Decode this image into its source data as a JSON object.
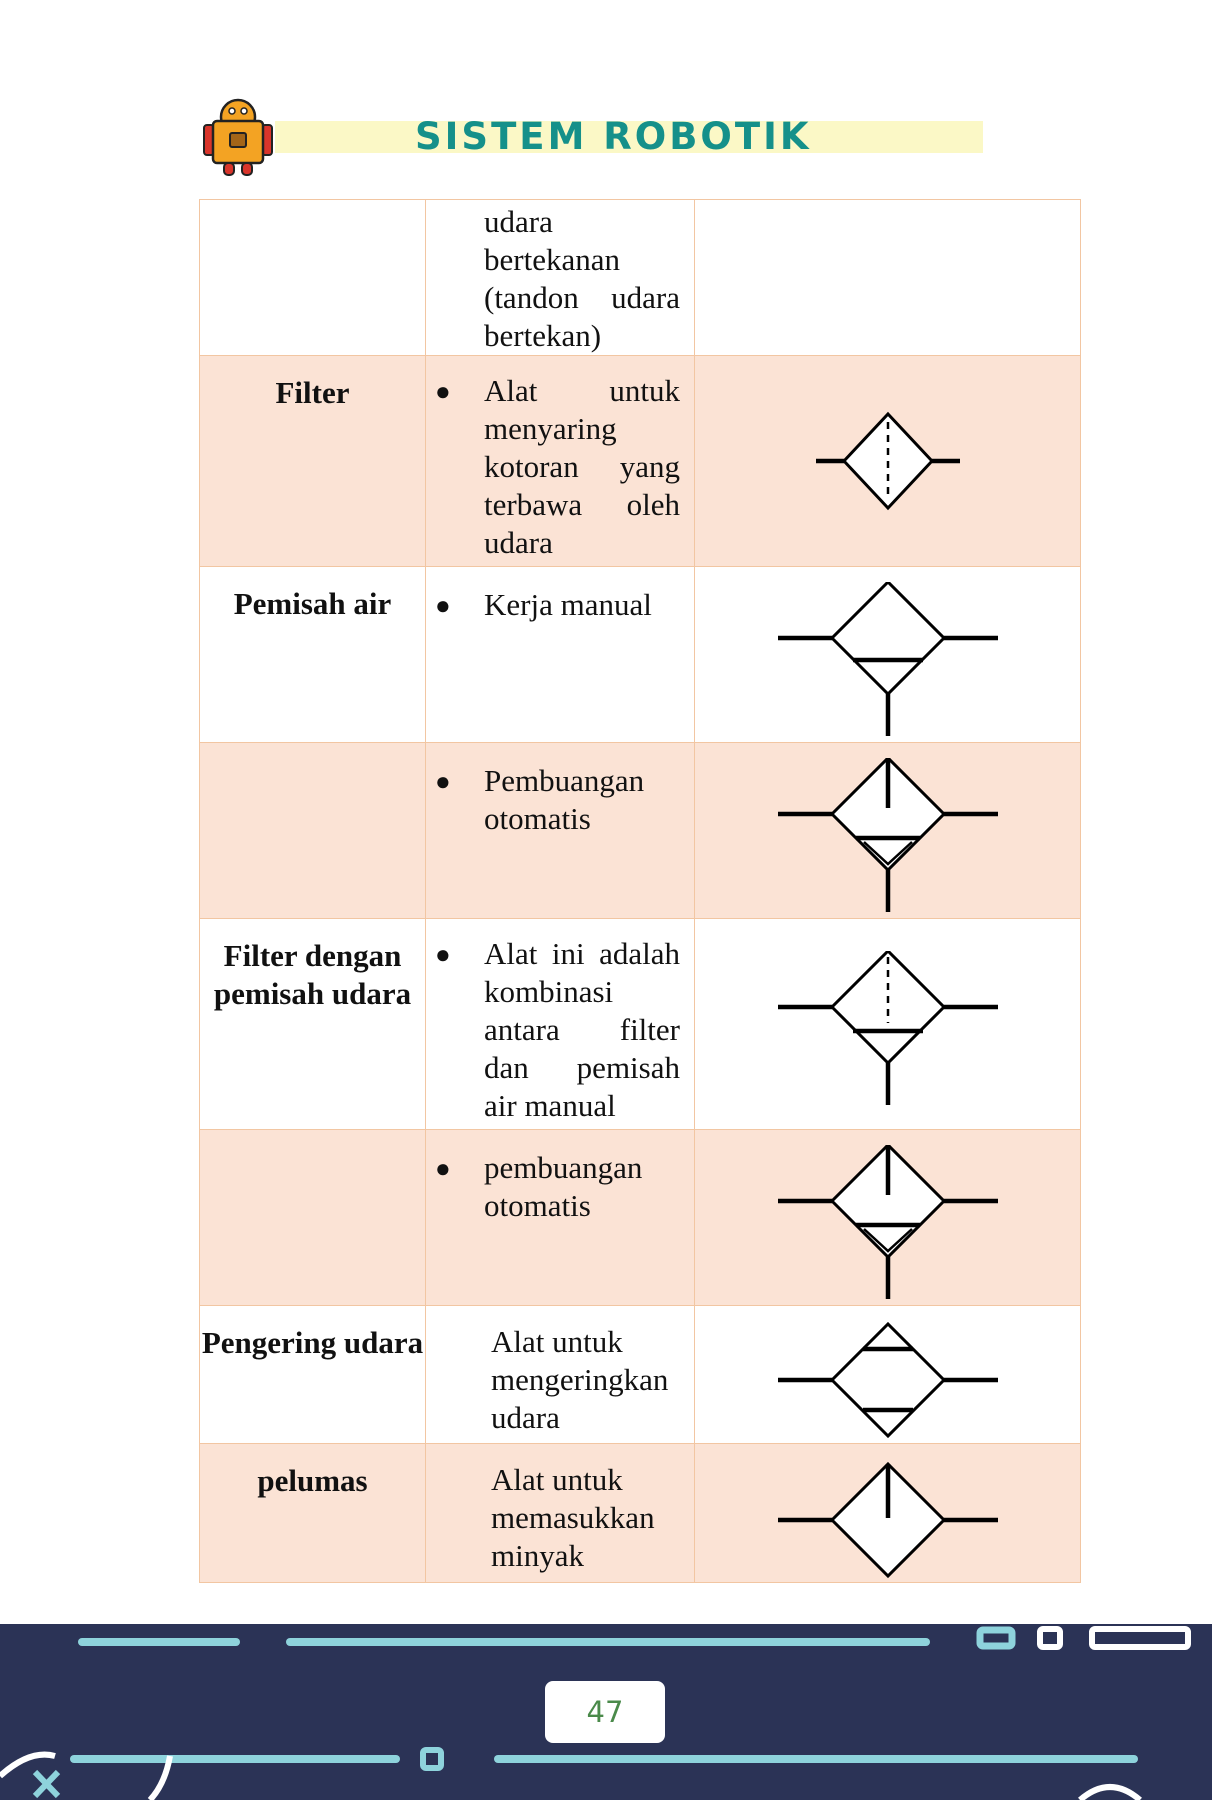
{
  "header": {
    "title": "SISTEM ROBOTIK"
  },
  "table": {
    "rows": [
      {
        "name": "",
        "bullet": false,
        "description": "udara bertekanan (tandon udara bertekan)",
        "symbol": "none-icon"
      },
      {
        "name": "Filter",
        "bullet": true,
        "description": "Alat untuk menyaring kotoran yang terbawa oleh udara",
        "symbol": "filter-symbol-icon"
      },
      {
        "name": "Pemisah air",
        "bullet": true,
        "description": "Kerja manual",
        "symbol": "water-separator-manual-drain-icon"
      },
      {
        "name": "",
        "bullet": true,
        "description": "Pembuangan otomatis",
        "symbol": "water-separator-automatic-drain-icon"
      },
      {
        "name": "Filter dengan pemisah udara",
        "bullet": true,
        "description": "Alat ini adalah kombinasi antara filter dan pemisah air manual",
        "symbol": "filter-separator-manual-drain-icon"
      },
      {
        "name": "",
        "bullet": true,
        "description": "pembuangan otomatis",
        "symbol": "filter-separator-automatic-drain-icon"
      },
      {
        "name": "Pengering udara",
        "bullet": false,
        "description": "Alat untuk mengeringkan udara",
        "symbol": "air-dryer-symbol-icon"
      },
      {
        "name": "pelumas",
        "bullet": false,
        "description": "Alat untuk memasukkan minyak",
        "symbol": "lubricator-symbol-icon"
      }
    ]
  },
  "footer": {
    "page_number": "47"
  },
  "colors": {
    "header_title": "#15908a",
    "header_bar": "#fbf8c6",
    "row_shade": "#fbe3d5",
    "cell_border": "#f2c6a2",
    "footer_bg": "#2b3356",
    "footer_lines": "#8ed3dc"
  }
}
